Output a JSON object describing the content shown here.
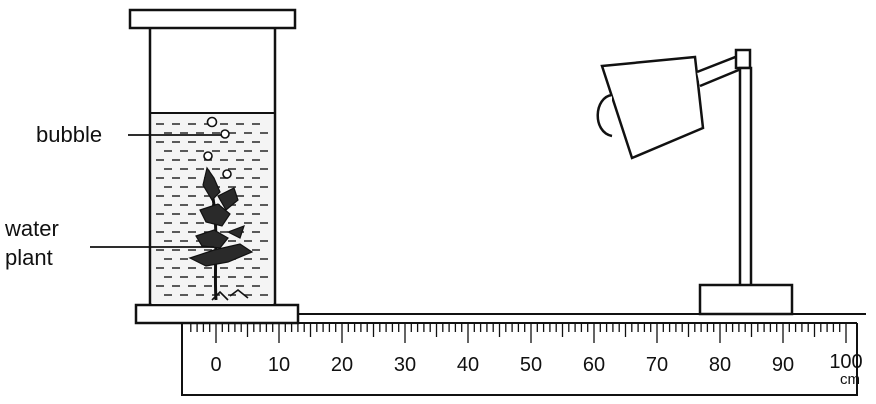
{
  "labels": {
    "bubble": "bubble",
    "water_line1": "water",
    "water_line2": "plant"
  },
  "ruler": {
    "ticks": [
      "0",
      "10",
      "20",
      "30",
      "40",
      "50",
      "60",
      "70",
      "80",
      "90",
      "100"
    ],
    "unit": "cm"
  },
  "colors": {
    "ink": "#111111",
    "background": "#ffffff"
  }
}
